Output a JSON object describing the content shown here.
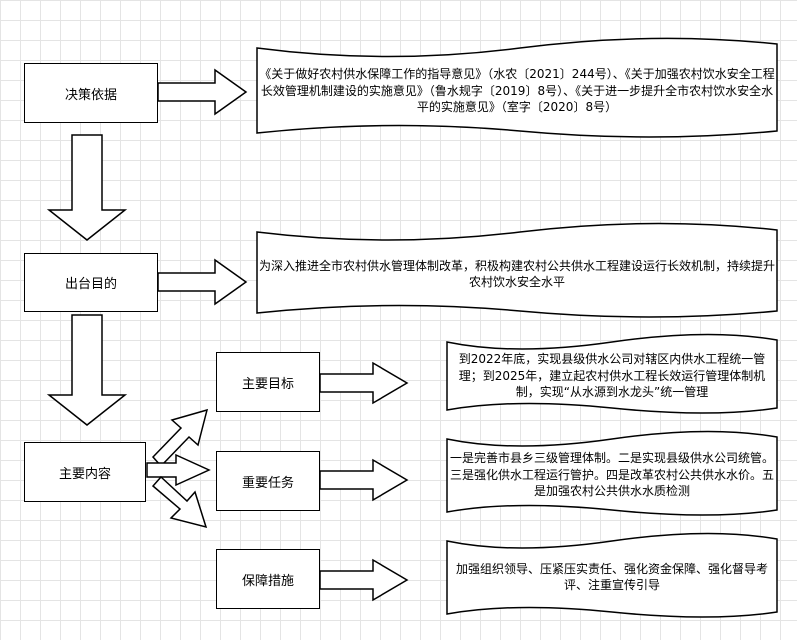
{
  "diagram": {
    "nodes": {
      "basis": {
        "label": "决策依据"
      },
      "purpose": {
        "label": "出台目的"
      },
      "content": {
        "label": "主要内容"
      },
      "goals": {
        "label": "主要目标"
      },
      "tasks": {
        "label": "重要任务"
      },
      "measures": {
        "label": "保障措施"
      }
    },
    "notes": {
      "basis": "《关于做好农村供水保障工作的指导意见》（水农〔2021〕244号）、《关于加强农村饮水安全工程长效管理机制建设的实施意见》（鲁水规字〔2019〕8号）、《关于进一步提升全市农村饮水安全水平的实施意见》（室字〔2020〕8号）",
      "purpose": "为深入推进全市农村供水管理体制改革，积极构建农村公共供水工程建设运行长效机制，持续提升农村饮水安全水平",
      "goals": "到2022年底，实现县级供水公司对辖区内供水工程统一管理；到2025年，建立起农村供水工程长效运行管理体制机制，实现“从水源到水龙头”统一管理",
      "tasks": "一是完善市县乡三级管理体制。二是实现县级供水公司统管。三是强化供水工程运行管护。四是改革农村公共供水水价。五是加强农村公共供水水质检测",
      "measures": "加强组织领导、压紧压实责任、强化资金保障、强化督导考评、注重宣传引导"
    }
  }
}
